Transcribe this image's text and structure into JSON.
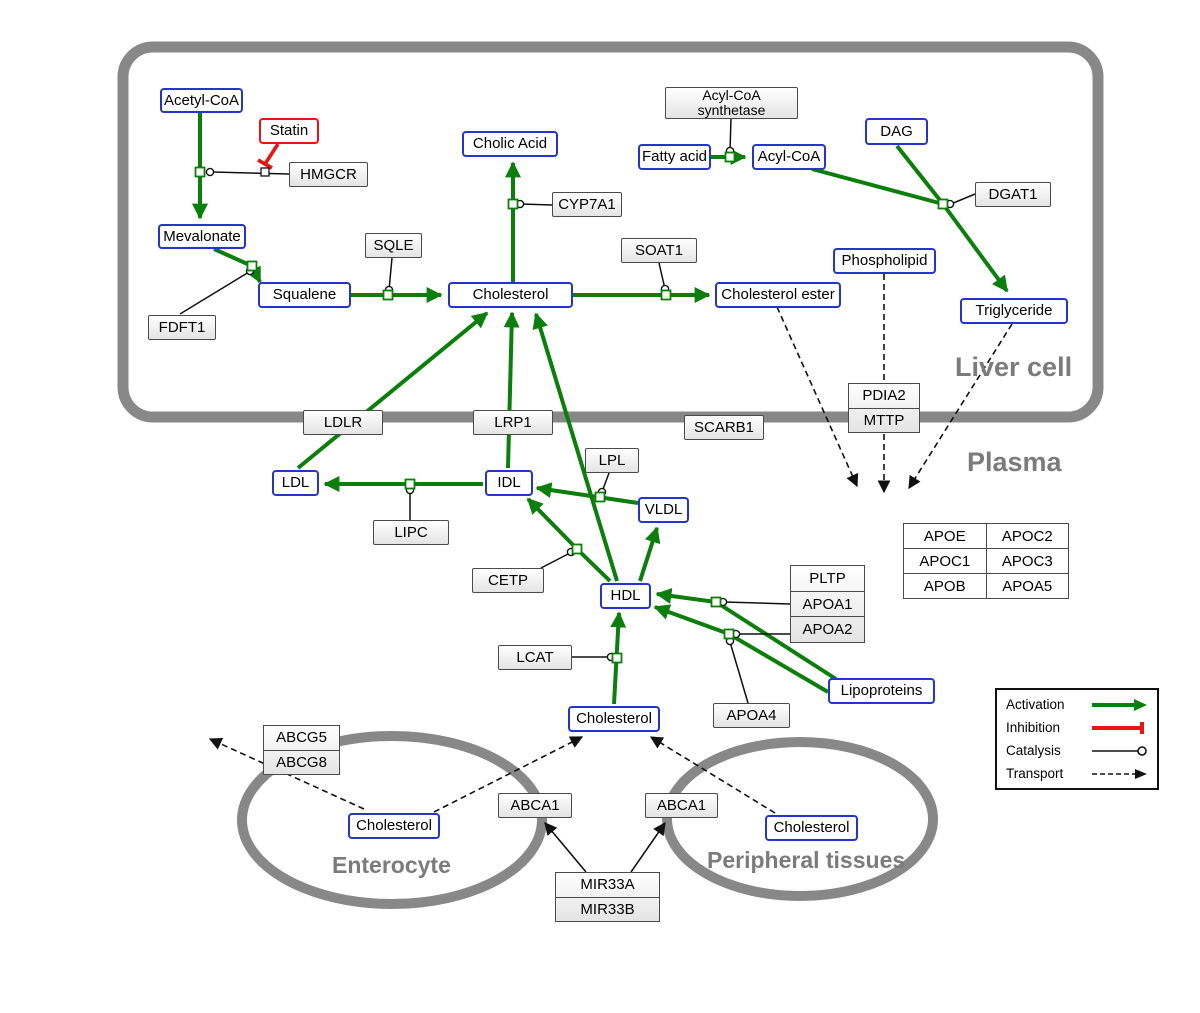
{
  "regions": {
    "liver": "Liver cell",
    "plasma": "Plasma",
    "enterocyte": "Enterocyte",
    "peripheral": "Peripheral tissues"
  },
  "nodes": {
    "acetyl_coa": "Acetyl-CoA",
    "statin": "Statin",
    "hmgcr": "HMGCR",
    "mevalonate": "Mevalonate",
    "fdft1": "FDFT1",
    "squalene": "Squalene",
    "sqle": "SQLE",
    "cholesterol_liver": "Cholesterol",
    "cholic_acid": "Cholic Acid",
    "cyp7a1": "CYP7A1",
    "soat1": "SOAT1",
    "cholesterol_ester": "Cholesterol ester",
    "acs_line1": "Acyl-CoA",
    "acs_line2": "synthetase",
    "fatty_acid": "Fatty acid",
    "acyl_coa": "Acyl-CoA",
    "dag": "DAG",
    "dgat1": "DGAT1",
    "phospholipid": "Phospholipid",
    "triglyceride": "Triglyceride",
    "ldlr": "LDLR",
    "lrp1": "LRP1",
    "scarb1": "SCARB1",
    "pdia2": "PDIA2",
    "mttp": "MTTP",
    "ldl": "LDL",
    "idl": "IDL",
    "lipc": "LIPC",
    "lpl": "LPL",
    "vldl": "VLDL",
    "cetp": "CETP",
    "hdl": "HDL",
    "pltp": "PLTP",
    "apoa1": "APOA1",
    "apoa2": "APOA2",
    "lcat": "LCAT",
    "apoa4": "APOA4",
    "lipoproteins": "Lipoproteins",
    "cholesterol_plasma": "Cholesterol",
    "abcg5": "ABCG5",
    "abcg8": "ABCG8",
    "cholesterol_enterocyte": "Cholesterol",
    "abca1_enterocyte": "ABCA1",
    "abca1_peripheral": "ABCA1",
    "cholesterol_peripheral": "Cholesterol",
    "mir33a": "MIR33A",
    "mir33b": "MIR33B"
  },
  "apo_table": {
    "rows": [
      [
        "APOE",
        "APOC2"
      ],
      [
        "APOC1",
        "APOC3"
      ],
      [
        "APOB",
        "APOA5"
      ]
    ]
  },
  "legend": {
    "items": [
      {
        "label": "Activation",
        "type": "activation"
      },
      {
        "label": "Inhibition",
        "type": "inhibition"
      },
      {
        "label": "Catalysis",
        "type": "catalysis"
      },
      {
        "label": "Transport",
        "type": "transport"
      }
    ]
  },
  "colors": {
    "activation": "#0b7e0b",
    "inhibition": "#e81414",
    "species_border": "#2535c9",
    "membrane": "#888888"
  }
}
